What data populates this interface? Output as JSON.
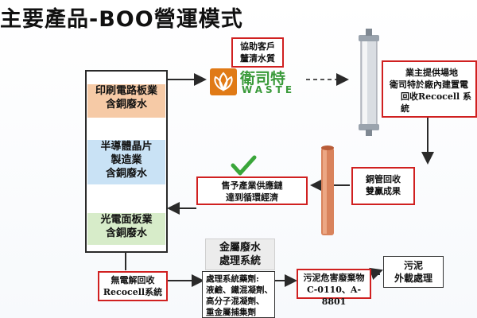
{
  "slide": {
    "title": "主要產品-BOO營運模式"
  },
  "industries": [
    {
      "lines": [
        "印刷電路板業",
        "含銅廢水"
      ]
    },
    {
      "lines": [
        "半導體晶片",
        "製造業",
        "含銅廢水"
      ]
    },
    {
      "lines": [
        "光電面板業",
        "含銅廢水"
      ]
    }
  ],
  "assist_box": {
    "lines": [
      "協助客戶",
      "釐清水質"
    ]
  },
  "logo": {
    "name": "衛司特",
    "sub": "WASTE",
    "icon": "lotus-logo-icon"
  },
  "owner_box": {
    "lines": [
      "業主提供場地",
      "衛司特於廠內建置電",
      "回收Recocell 系統"
    ]
  },
  "pipe_box": {
    "lines": [
      "銅管回收",
      "雙贏成果"
    ]
  },
  "supply_box": {
    "lines": [
      "售予產業供應鏈",
      "達到循環經濟"
    ]
  },
  "check": {
    "icon": "check-mark-icon"
  },
  "electro_box": {
    "lines": [
      "無電解回收",
      "Recocell系統"
    ]
  },
  "metal_header": {
    "lines": [
      "金屬廢水",
      "處理系統"
    ]
  },
  "chemicals_box": {
    "lines": [
      "處理系統藥劑:",
      "液鹼、鐵混凝劑、",
      "高分子混凝劑、",
      "重金屬捕集劑"
    ]
  },
  "sludge_box": {
    "lines": [
      "污泥危害廢棄物",
      "C-0110、A-8801"
    ]
  },
  "outsource_box": {
    "lines": [
      "污泥",
      "外載處理"
    ]
  },
  "colors": {
    "red_border": "#d02020",
    "industry_fill_1": "#f6caa6",
    "industry_fill_2": "#c9e2f5",
    "industry_fill_3": "#d7ecc9",
    "logo_orange": "#e07a16",
    "logo_green": "#3a9a3a",
    "check_green": "#3aa63a",
    "copper_pipe": "#d9835c"
  }
}
